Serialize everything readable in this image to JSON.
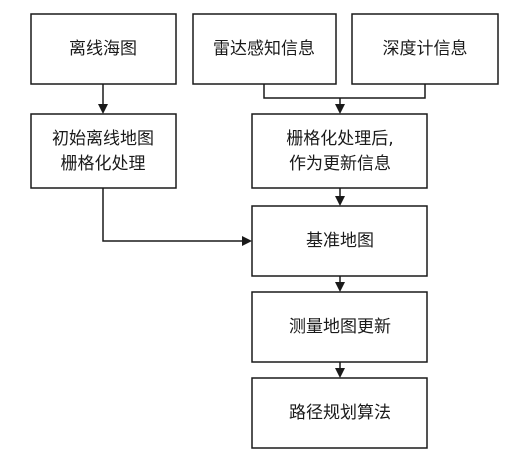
{
  "nodes": {
    "offline_chart": "离线海图",
    "radar_info": "雷达感知信息",
    "depth_info": "深度计信息",
    "offline_raster_line1": "初始离线地图",
    "offline_raster_line2": "栅格化处理",
    "raster_update_line1": "栅格化处理后,",
    "raster_update_line2": "作为更新信息",
    "base_map": "基准地图",
    "measure_update": "测量地图更新",
    "path_planning": "路径规划算法"
  }
}
